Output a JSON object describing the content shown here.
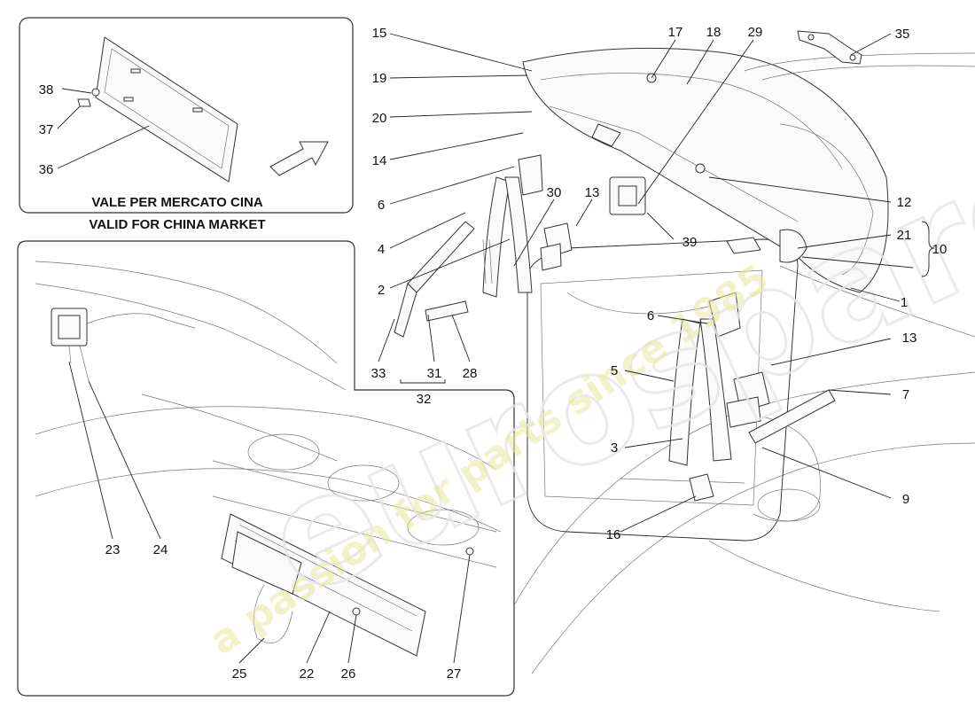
{
  "china_panel": {
    "line1": "VALE PER MERCATO CINA",
    "line2": "VALID FOR CHINA MARKET"
  },
  "watermark": {
    "slogan": "a passion for parts since 1985",
    "brand": "eurospares"
  },
  "callouts": {
    "c1": "1",
    "c2": "2",
    "c3": "3",
    "c4": "4",
    "c5": "5",
    "c6a": "6",
    "c6b": "6",
    "c7": "7",
    "c9": "9",
    "c10": "10",
    "c12": "12",
    "c13a": "13",
    "c13b": "13",
    "c14": "14",
    "c15": "15",
    "c16": "16",
    "c17": "17",
    "c18": "18",
    "c19": "19",
    "c20": "20",
    "c21": "21",
    "c22": "22",
    "c23": "23",
    "c24": "24",
    "c25": "25",
    "c26": "26",
    "c27": "27",
    "c28": "28",
    "c29": "29",
    "c30": "30",
    "c31": "31",
    "c32": "32",
    "c33": "33",
    "c35": "35",
    "c36": "36",
    "c37": "37",
    "c38": "38",
    "c39": "39"
  }
}
